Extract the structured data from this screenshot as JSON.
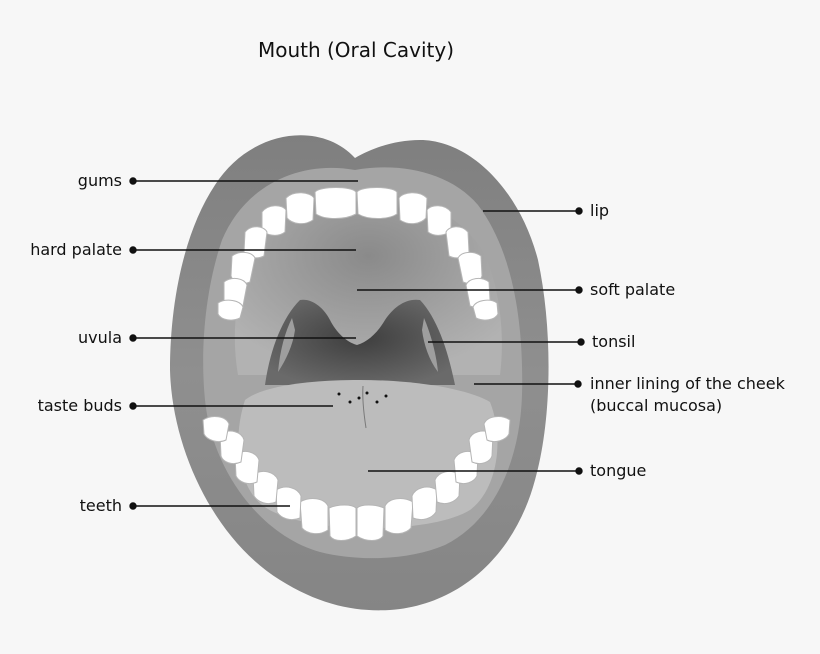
{
  "title": "Mouth (Oral Cavity)",
  "labels": {
    "gums": "gums",
    "hard_palate": "hard palate",
    "uvula": "uvula",
    "taste_buds": "taste buds",
    "teeth": "teeth",
    "lip": "lip",
    "soft_palate": "soft palate",
    "tonsil": "tonsil",
    "inner_lining_line1": "inner lining of the cheek",
    "inner_lining_line2": "(buccal mucosa)",
    "tongue": "tongue"
  },
  "colors": {
    "background": "#f7f7f7",
    "lip": "#8c8c8c",
    "cheek": "#a3a3a3",
    "gum": "#c4c4c4",
    "throat": "#5a5a5a",
    "tongue": "#bdbdbd",
    "tooth": "#ffffff",
    "leader": "#111111"
  }
}
